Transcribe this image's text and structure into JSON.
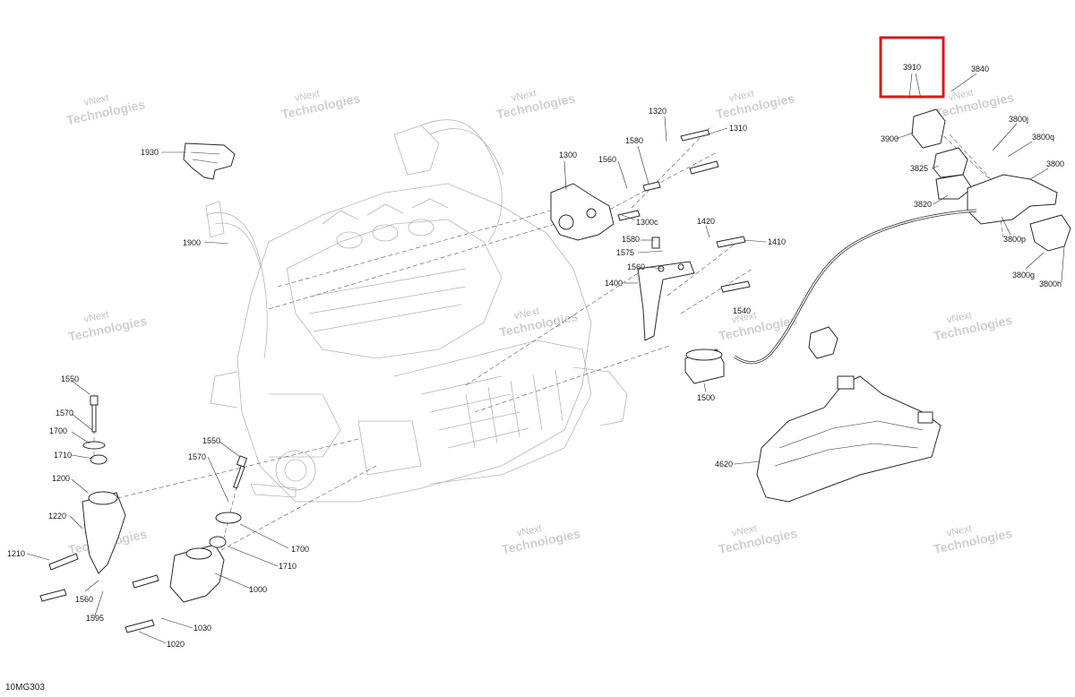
{
  "figure_code": "10MG303",
  "watermark": {
    "line1": "vNext",
    "line2": "Technologies",
    "full": "vNext Technologies"
  },
  "highlight_color": "#d61a1a",
  "labels": {
    "p3910": "3910",
    "p3840": "3840",
    "p3900": "3900",
    "p3800j": "3800j",
    "p3800q": "3800q",
    "p3825": "3825",
    "p3800": "3800",
    "p3820": "3820",
    "p3800p": "3800p",
    "p3800g": "3800g",
    "p3800h": "3800h",
    "p1930": "1930",
    "p1320": "1320",
    "p1310": "1310",
    "p1580a": "1580",
    "p1300": "1300",
    "p1560a": "1560",
    "p1300c": "1300c",
    "p1420": "1420",
    "p1410": "1410",
    "p1580b": "1580",
    "p1575": "1575",
    "p1560b": "1560",
    "p1900": "1900",
    "p1400": "1400",
    "p1540": "1540",
    "p1500": "1500",
    "p1550a": "1550",
    "p1570a": "1570",
    "p1700a": "1700",
    "p1710a": "1710",
    "p1200": "1200",
    "p1220": "1220",
    "p1210": "1210",
    "p1560c": "1560",
    "p1595": "1595",
    "p1550b": "1550",
    "p1570b": "1570",
    "p1700b": "1700",
    "p1710b": "1710",
    "p1000": "1000",
    "p1030": "1030",
    "p1020": "1020",
    "p4620": "4620"
  }
}
